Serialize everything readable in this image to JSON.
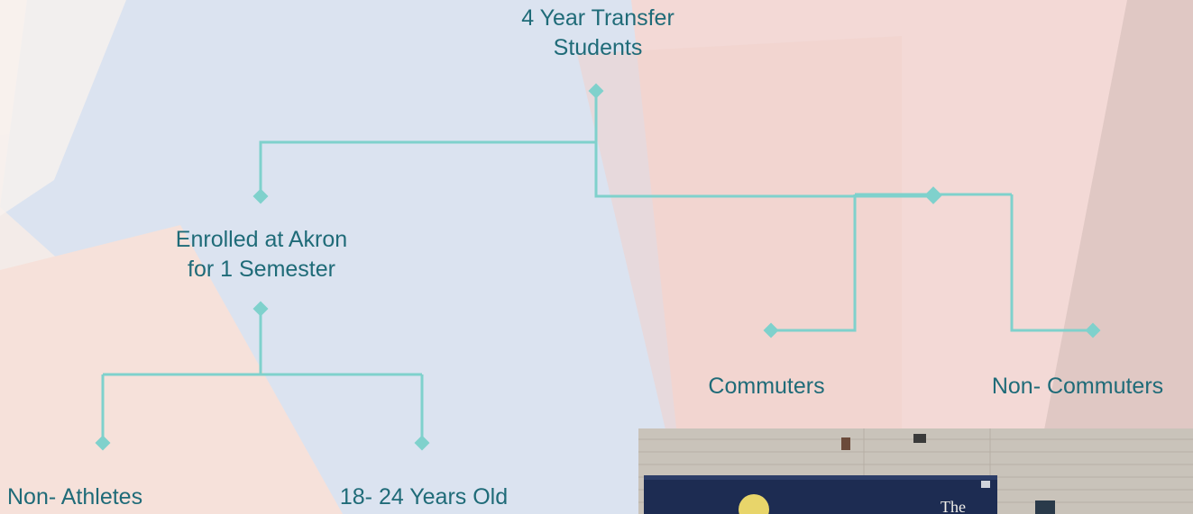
{
  "diagram": {
    "root": {
      "label_line1": "4 Year Transfer",
      "label_line2": "Students"
    },
    "enrolled": {
      "label_line1": "Enrolled at Akron",
      "label_line2": "for 1 Semester"
    },
    "commuters": {
      "label": "Commuters"
    },
    "non_commuters": {
      "label": "Non- Commuters"
    },
    "non_athletes": {
      "label": "Non- Athletes"
    },
    "age": {
      "label": "18- 24 Years Old"
    }
  },
  "colors": {
    "connector": "#7fd1cc",
    "label_text": "#1f6b78",
    "bg_blue": "#dbe3f0",
    "bg_pink": "#f2dad7",
    "bg_peach": "#f6e2da"
  },
  "photo": {
    "sign_text": "The"
  }
}
